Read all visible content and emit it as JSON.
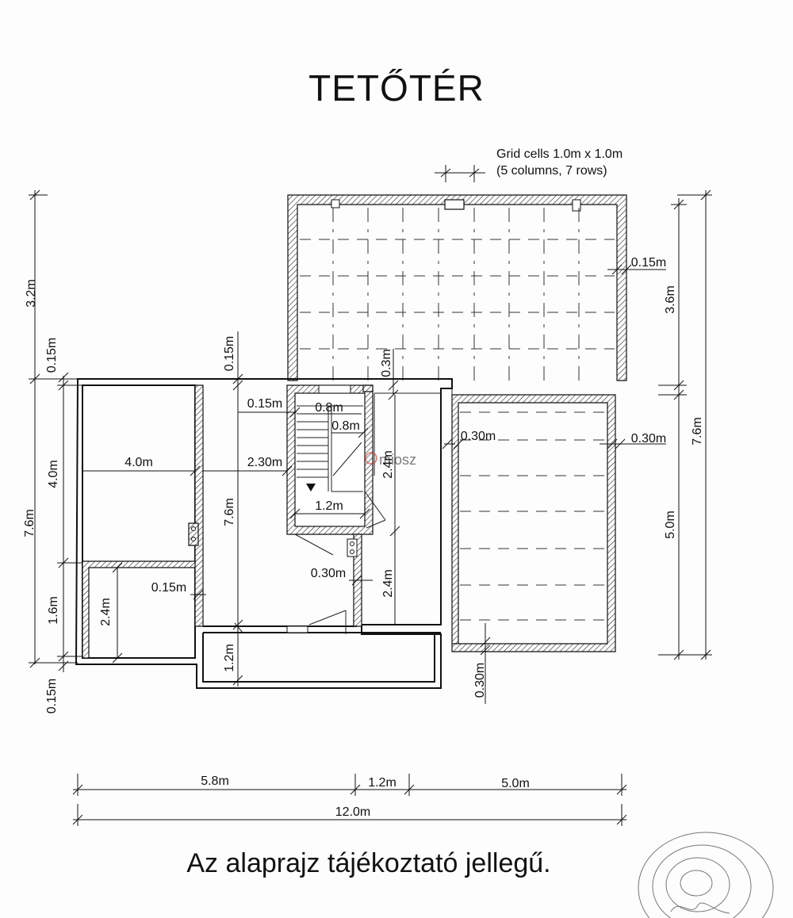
{
  "title": "TETŐTÉR",
  "footnote": "Az alaprajz tájékoztató jellegű.",
  "grid_note": {
    "line1": "Grid cells 1.0m x 1.0m",
    "line2": "(5 columns, 7 rows)"
  },
  "watermark": "miosz",
  "dimensions": {
    "left_outer_3_2": "3.2m",
    "left_outer_0_15_top": "0.15m",
    "left_outer_7_6": "7.6m",
    "left_outer_0_15_bottom": "0.15m",
    "left_inner_4_0": "4.0m",
    "left_inner_1_6": "1.6m",
    "room_4_0": "4.0m",
    "room_2_4": "2.4m",
    "room_0_15": "0.15m",
    "corridor_0_15_top": "0.15m",
    "corridor_7_6": "7.6m",
    "corridor_1_2": "1.2m",
    "stair_0_15": "0.15m",
    "stair_2_30": "2.30m",
    "stair_0_8_top": "0.8m",
    "stair_0_8_inner": "0.8m",
    "stair_1_2": "1.2m",
    "stair_0_3": "0.3m",
    "mid_0_30": "0.30m",
    "mid_2_4_top": "2.4m",
    "mid_2_4_bottom": "2.4m",
    "right_0_30_left": "0.30m",
    "right_0_30_right": "0.30m",
    "right_0_15": "0.15m",
    "right_3_6": "3.6m",
    "right_5_0": "5.0m",
    "right_7_6": "7.6m",
    "bottom_0_30": "0.30m",
    "bottom_5_8": "5.8m",
    "bottom_1_2": "1.2m",
    "bottom_5_0": "5.0m",
    "bottom_12_0": "12.0m"
  }
}
